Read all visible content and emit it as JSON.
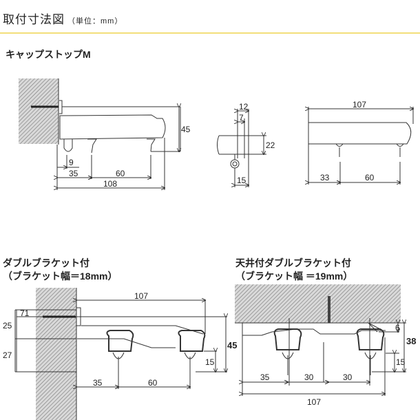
{
  "header": {
    "title": "取付寸法図",
    "unit": "（単位：mm）",
    "rule_color": "#f3de79"
  },
  "sections": {
    "cap_stop": {
      "title": "キャップストップM",
      "side_view": {
        "d_9": "9",
        "d_35": "35",
        "d_60": "60",
        "d_108": "108",
        "d_45": "45"
      },
      "end_view": {
        "d_12": "12",
        "d_7": "7",
        "d_22": "22",
        "d_15": "15"
      },
      "front_view": {
        "d_107": "107",
        "d_33": "33",
        "d_60": "60"
      }
    },
    "double_bracket": {
      "title": "ダブルブラケット付",
      "subtitle": "（ブラケット幅＝18mm）",
      "dims": {
        "d_107": "107",
        "d_71": "71",
        "d_25": "25",
        "d_27": "27",
        "d_35": "35",
        "d_60": "60",
        "d_15": "15",
        "d_45": "45"
      }
    },
    "ceiling_double_bracket": {
      "title": "天井付ダブルブラケット付",
      "subtitle": "（ブラケット幅 ＝19mm）",
      "dims": {
        "d_6": "6",
        "d_38": "38",
        "d_15": "15",
        "d_35": "35",
        "d_30a": "30",
        "d_30b": "30",
        "d_107": "107"
      }
    }
  }
}
